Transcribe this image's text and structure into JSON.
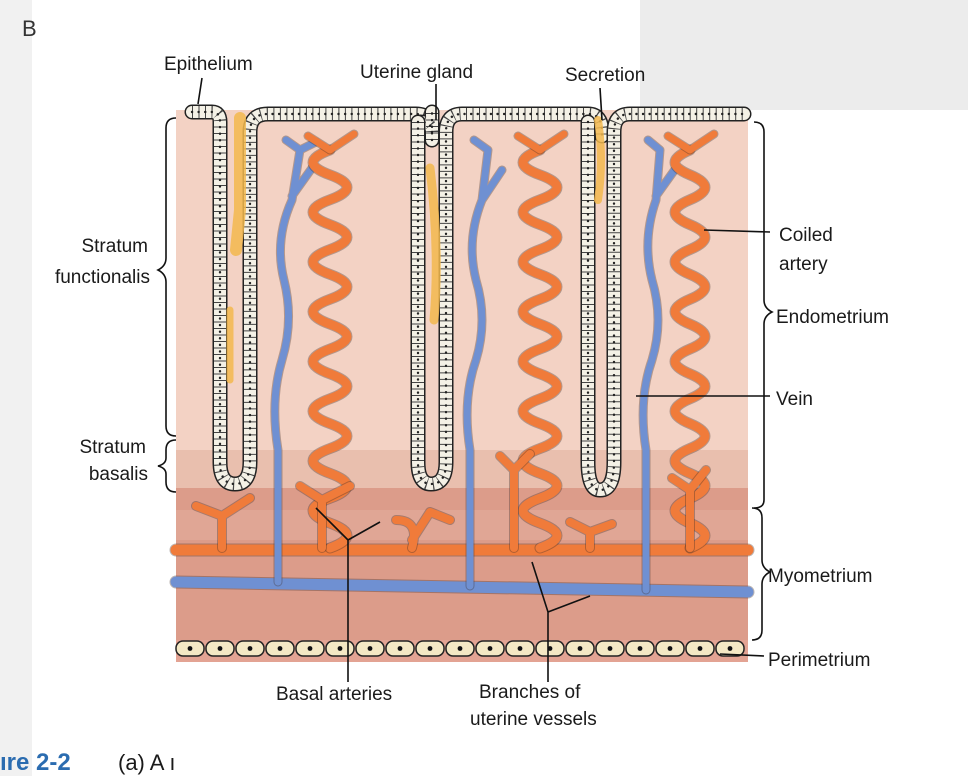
{
  "panel_letter": "B",
  "labels": {
    "epithelium": "Epithelium",
    "uterine_gland": "Uterine gland",
    "secretion": "Secretion",
    "stratum_functionalis_1": "Stratum",
    "stratum_functionalis_2": "functionalis",
    "stratum_basalis_1": "Stratum",
    "stratum_basalis_2": "basalis",
    "coiled_artery_1": "Coiled",
    "coiled_artery_2": "artery",
    "endometrium": "Endometrium",
    "vein": "Vein",
    "myometrium": "Myometrium",
    "perimetrium": "Perimetrium",
    "basal_arteries": "Basal arteries",
    "branches_1": "Branches of",
    "branches_2": "uterine vessels"
  },
  "caption": {
    "fig": "ıre 2-2",
    "text": "(a) A  ı"
  },
  "colors": {
    "functionalis": "#f3d2c4",
    "basalis": "#e7b7a6",
    "myometrium": "#d99787",
    "artery": "#f07b3a",
    "vein": "#6f90d2",
    "secretion": "#f2b84d",
    "perimetrium": "#f4e8c4",
    "gland_cell": "#f4f1e6"
  }
}
